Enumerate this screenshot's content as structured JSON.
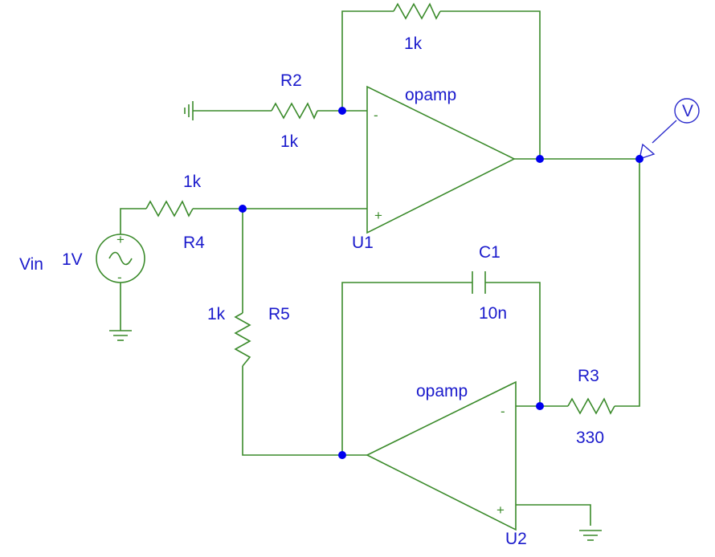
{
  "colors": {
    "wire": "#3a8a2a",
    "text": "#1a1acc",
    "node": "#0000ee",
    "background": "#ffffff"
  },
  "components": {
    "r_feedback": {
      "value": "1k"
    },
    "r2": {
      "name": "R2",
      "value": "1k"
    },
    "r4": {
      "name": "R4",
      "value": "1k"
    },
    "r5": {
      "name": "R5",
      "value": "1k"
    },
    "r3": {
      "name": "R3",
      "value": "330"
    },
    "c1": {
      "name": "C1",
      "value": "10n"
    },
    "u1": {
      "name": "U1",
      "model": "opamp"
    },
    "u2": {
      "name": "U2",
      "model": "opamp"
    },
    "vin": {
      "name": "Vin",
      "value": "1V"
    }
  },
  "probe": {
    "label": "V",
    "icon": "voltage-probe-icon"
  },
  "pins": {
    "minus": "-",
    "plus": "+"
  }
}
